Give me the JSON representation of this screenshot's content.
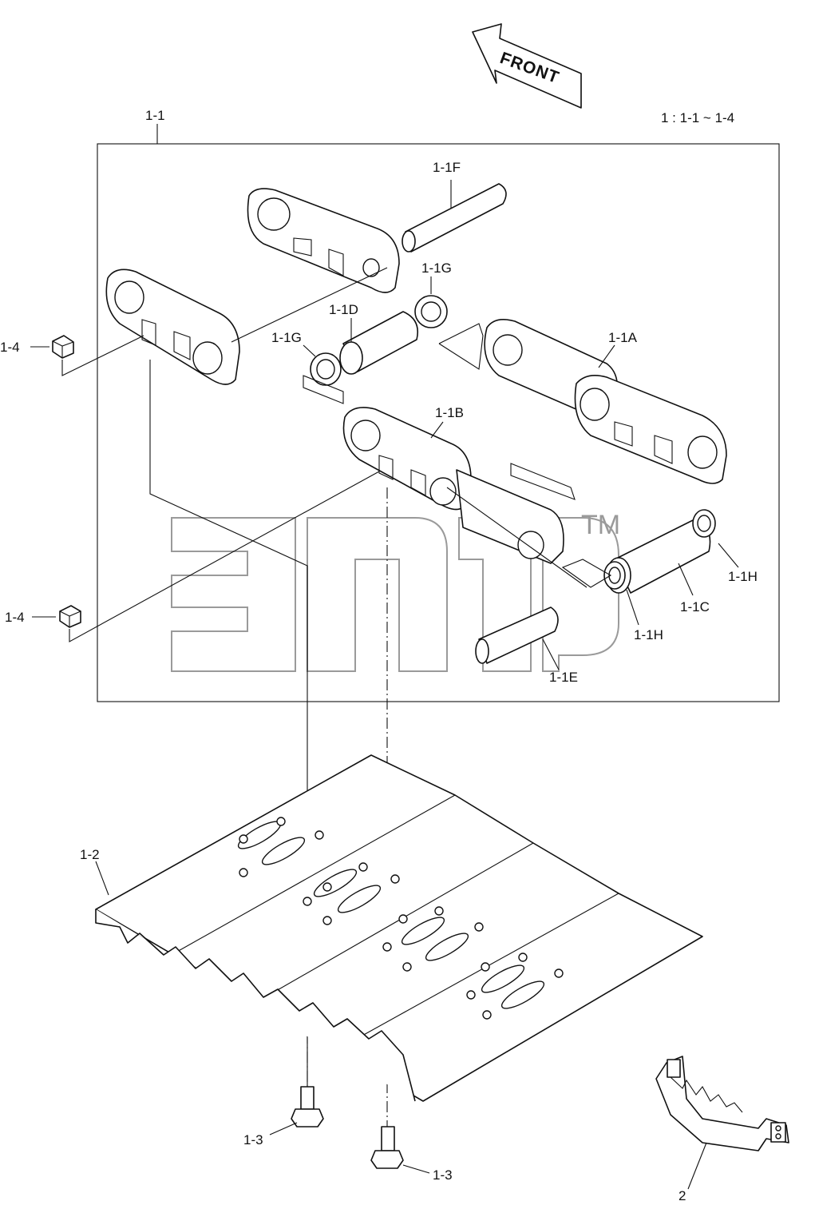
{
  "diagram": {
    "front_label": "FRONT",
    "scope_note": "1 : 1-1 ~ 1-4",
    "watermark_tm": "TM",
    "labels": {
      "l_1_1": "1-1",
      "l_1_1F": "1-1F",
      "l_1_1G_top": "1-1G",
      "l_1_1D": "1-1D",
      "l_1_1G_left": "1-1G",
      "l_1_1A": "1-1A",
      "l_1_1B": "1-1B",
      "l_1_4_top": "1-4",
      "l_1_4_bottom": "1-4",
      "l_1_1H_right": "1-1H",
      "l_1_1C": "1-1C",
      "l_1_1H_bottom": "1-1H",
      "l_1_1E": "1-1E",
      "l_1_2": "1-2",
      "l_1_3_left": "1-3",
      "l_1_3_right": "1-3",
      "l_2": "2"
    }
  }
}
